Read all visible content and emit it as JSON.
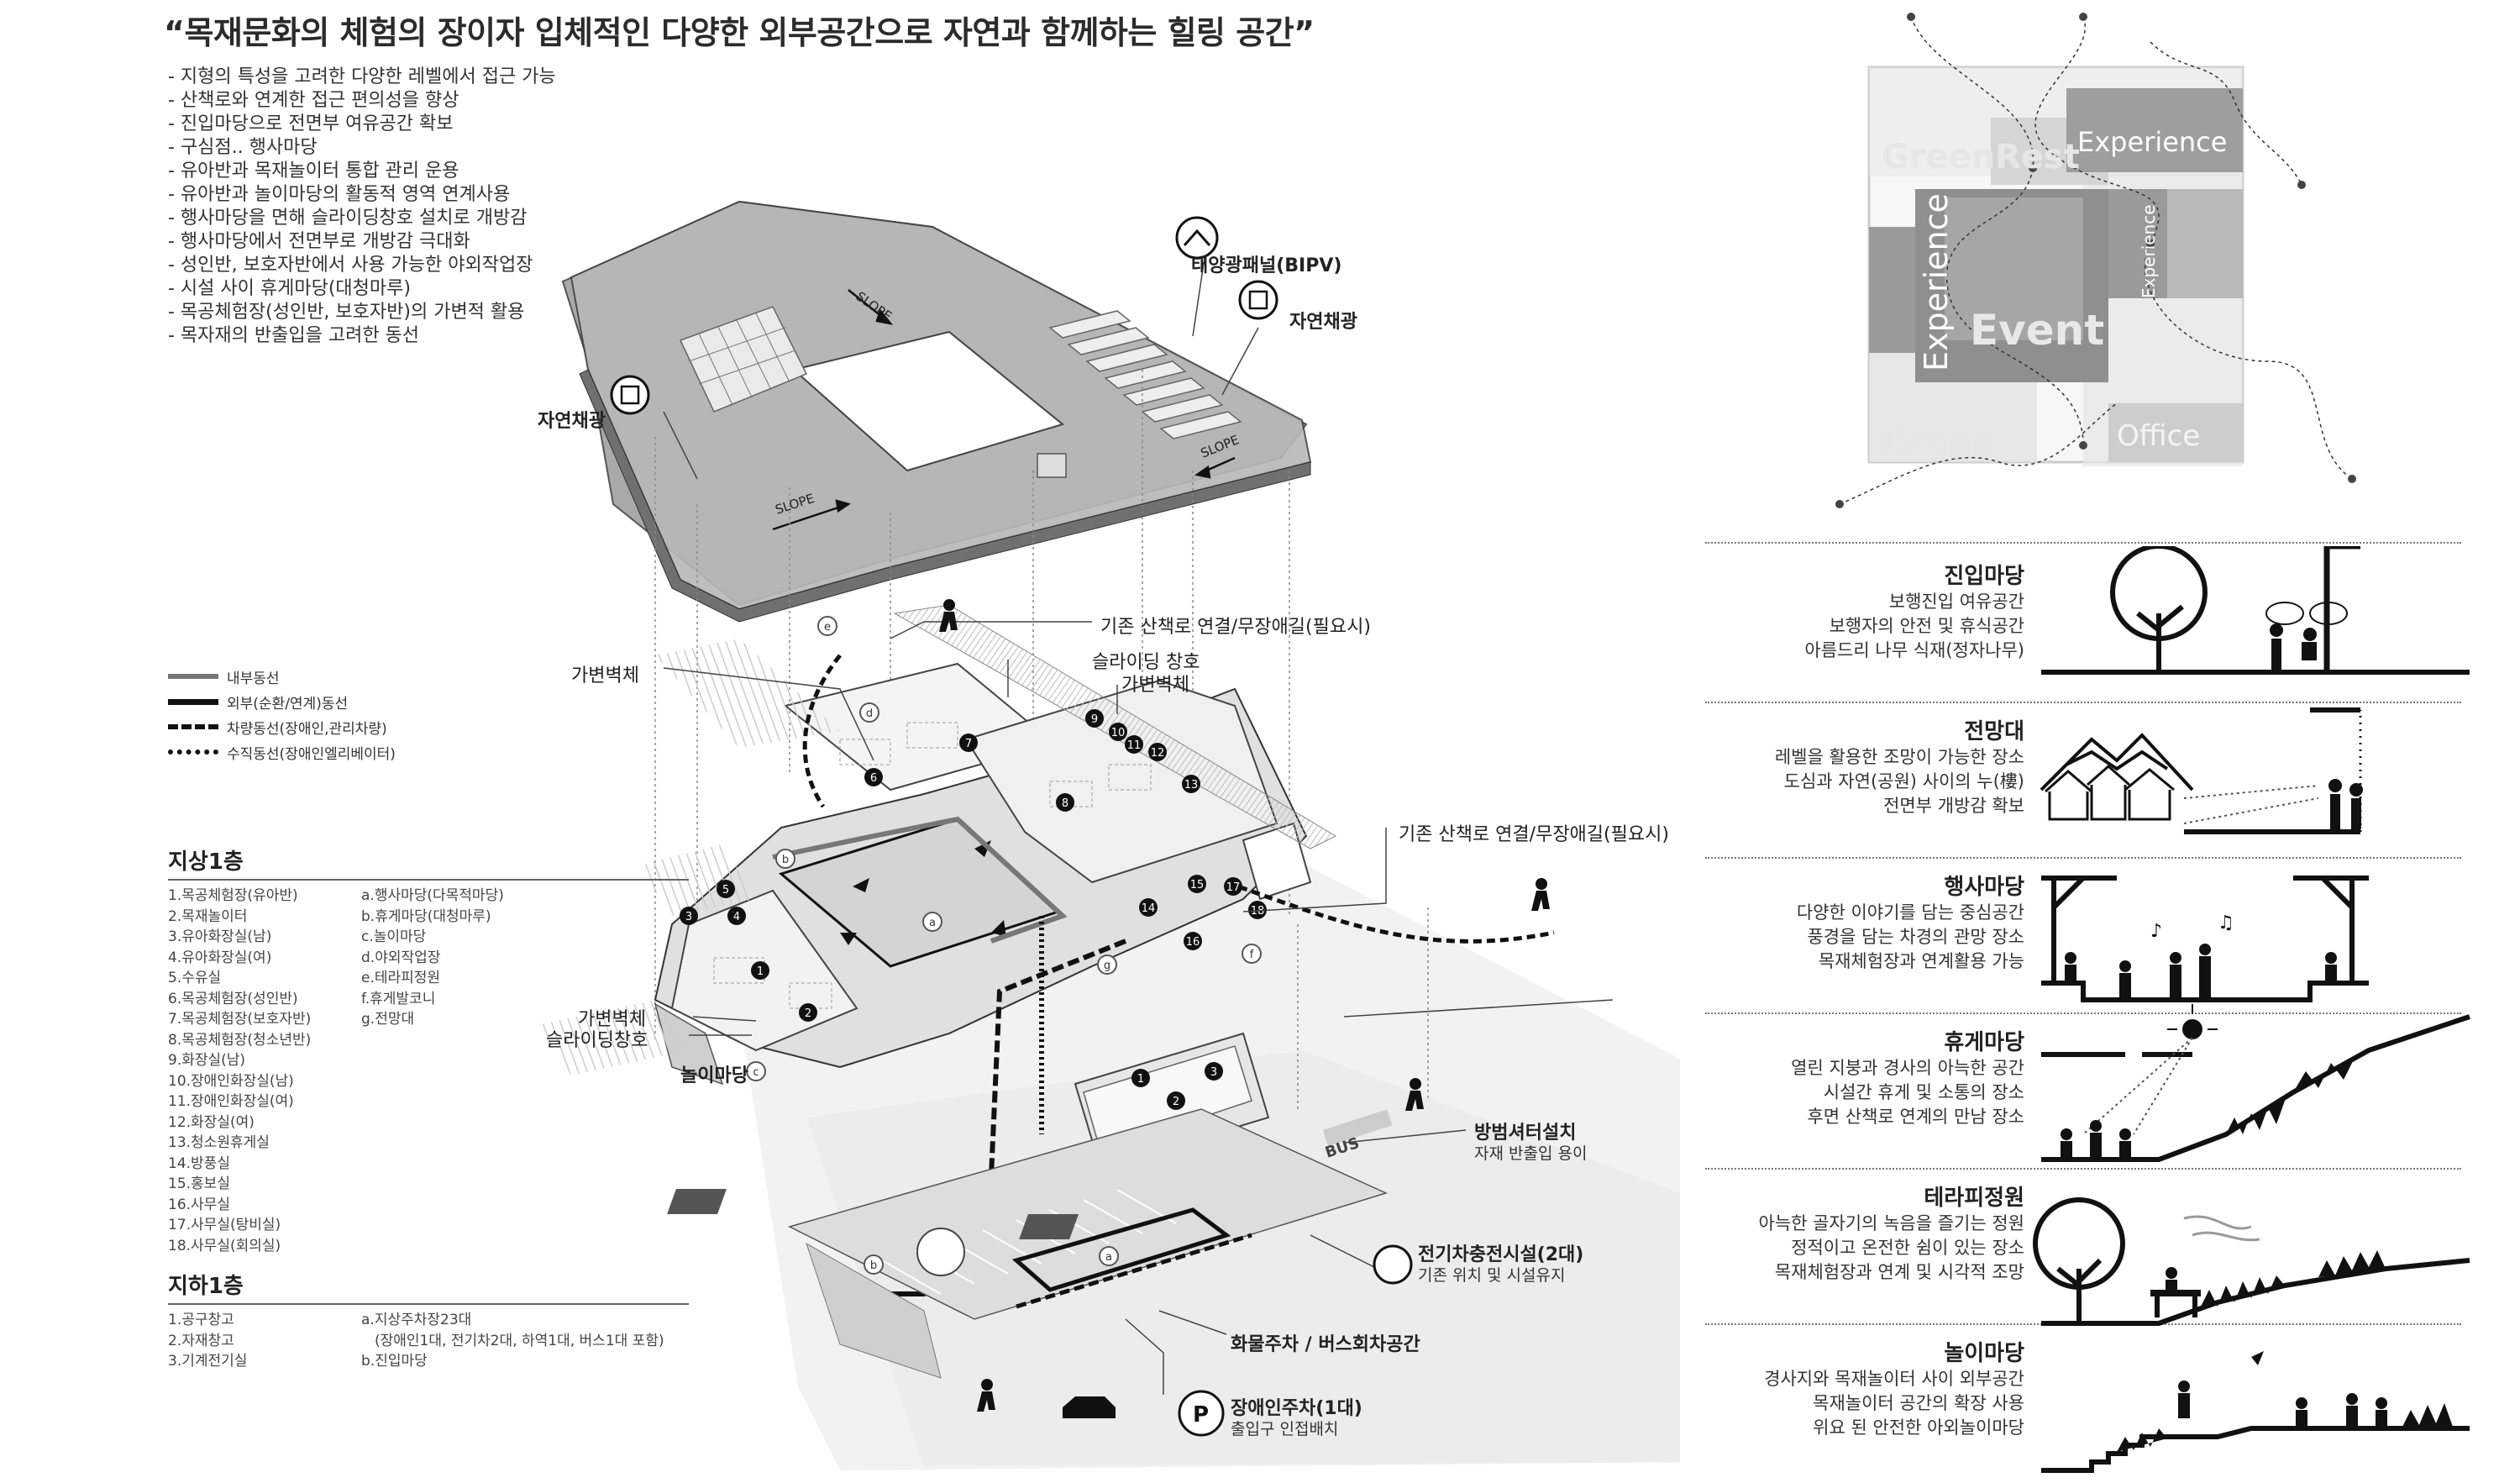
{
  "title": "“목재문화의 체험의 장이자 입체적인 다양한 외부공간으로 자연과 함께하는 힐링 공간”",
  "bullets": [
    "- 지형의 특성을 고려한 다양한 레벨에서 접근 가능",
    "- 산책로와 연계한 접근 편의성을 향상",
    "- 진입마당으로 전면부 여유공간 확보",
    "- 구심점.. 행사마당",
    "- 유아반과 목재놀이터 통합 관리 운용",
    "- 유아반과 놀이마당의 활동적 영역 연계사용",
    "- 행사마당을 면해 슬라이딩창호 설치로 개방감",
    "- 행사마당에서 전면부로 개방감 극대화",
    "- 성인반, 보호자반에서 사용 가능한 야외작업장",
    "- 시설 사이 휴게마당(대청마루)",
    "- 목공체험장(성인반, 보호자반)의 가변적 활용",
    "- 목자재의 반출입을 고려한 동선"
  ],
  "legend": [
    {
      "label": "내부동선"
    },
    {
      "label": "외부(순환/연계)동선"
    },
    {
      "label": "차량동선(장애인,관리차량)"
    },
    {
      "label": "수직동선(장애인엘리베이터)"
    }
  ],
  "floor1": {
    "heading": "지상1층",
    "rooms": [
      "1.목공체험장(유아반)",
      "2.목재놀이터",
      "3.유아화장실(남)",
      "4.유아화장실(여)",
      "5.수유실",
      "6.목공체험장(성인반)",
      "7.목공체험장(보호자반)",
      "8.목공체험장(청소년반)",
      "9.화장실(남)",
      "10.장애인화장실(남)",
      "11.장애인화장실(여)",
      "12.화장실(여)",
      "13.청소원휴게실",
      "14.방풍실",
      "15.홍보실",
      "16.사무실",
      "17.사무실(탕비실)",
      "18.사무실(회의실)"
    ],
    "outdoor": [
      "a.행사마당(다목적마당)",
      "b.휴게마당(대청마루)",
      "c.놀이마당",
      "d.야외작업장",
      "e.테라피정원",
      "f.휴게발코니",
      "g.전망대"
    ]
  },
  "basement": {
    "heading": "지하1층",
    "rooms": [
      "1.공구창고",
      "2.자재창고",
      "3.기계전기실"
    ],
    "outdoor": [
      "a.지상주차장23대",
      "(장애인1대, 전기차2대, 하역1대, 버스1대 포함)",
      "b.진입마당"
    ]
  },
  "callouts": {
    "bipv": "태양광패널(BIPV)",
    "daylight1": "자연채광",
    "daylight2": "자연채광",
    "walk1": "기존 산책로 연결/무장애길(필요시)",
    "walk2": "기존 산책로 연결/무장애길(필요시)",
    "sliding1": "슬라이딩 창호",
    "partition1": "가변벽체",
    "partition2": "가변벽체",
    "partition3": "가변벽체",
    "sliding2": "슬라이딩창호",
    "play": "놀이마당",
    "shutter": "방범셔터설치",
    "shutter_sub": "자재 반출입 용이",
    "ev": "전기차충전시설(2대)",
    "ev_sub": "기존 위치 및 시설유지",
    "cargo": "화물주차 / 버스회차공간",
    "disabled": "장애인주차(1대)",
    "disabled_sub": "출입구 인접배치",
    "slope": "SLOPE",
    "bus": "BUS"
  },
  "zoning": {
    "labels": [
      "Green",
      "Rest",
      "Experience",
      "Experience",
      "Event",
      "Experience",
      "Green",
      "Office"
    ]
  },
  "zones": [
    {
      "title": "진입마당",
      "lines": [
        "보행진입 여유공간",
        "보행자의 안전 및 휴식공간",
        "아름드리 나무 식재(정자나무)"
      ]
    },
    {
      "title": "전망대",
      "lines": [
        "레벨을 활용한 조망이 가능한 장소",
        "도심과 자연(공원) 사이의 누(樓)",
        "전면부 개방감 확보"
      ]
    },
    {
      "title": "행사마당",
      "lines": [
        "다양한 이야기를 담는 중심공간",
        "풍경을 담는 차경의 관망 장소",
        "목재체험장과 연계활용 가능"
      ]
    },
    {
      "title": "휴게마당",
      "lines": [
        "열린 지붕과 경사의 아늑한 공간",
        "시설간 휴게 및 소통의 장소",
        "후면 산책로 연계의 만남 장소"
      ]
    },
    {
      "title": "테라피정원",
      "lines": [
        "아늑한 골자기의 녹음을 즐기는 정원",
        "정적이고 온전한 쉼이 있는 장소",
        "목재체험장과 연계 및 시각적 조망"
      ]
    },
    {
      "title": "놀이마당",
      "lines": [
        "경사지와 목재놀이터 사이 외부공간",
        "목재놀이터 공간의 확장 사용",
        "위요 된 안전한 아외놀이마당"
      ]
    }
  ],
  "colors": {
    "dark": "#111111",
    "mid": "#8a8a8a",
    "light": "#cfcfcf",
    "zone_dark": "#9a9a9a",
    "zone_light": "#d6d6d6"
  }
}
